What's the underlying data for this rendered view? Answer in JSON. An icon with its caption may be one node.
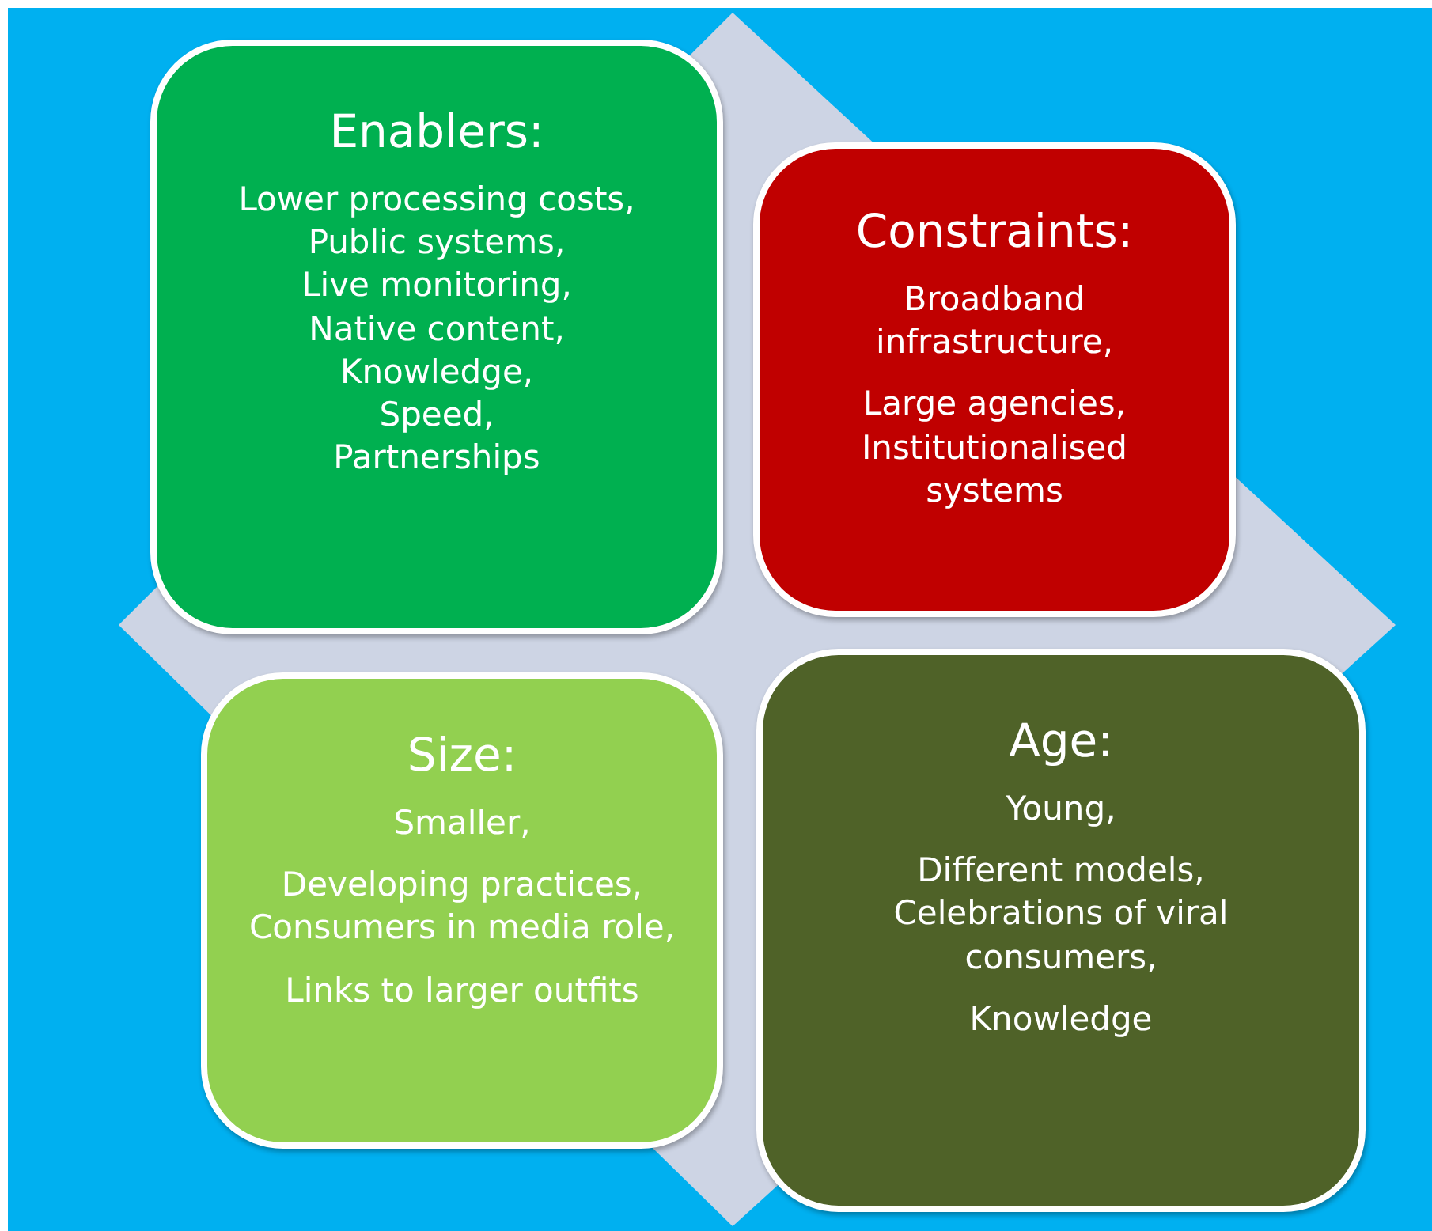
{
  "diagram": {
    "nodes": [
      {
        "text": [
          "Enablers:",
          "Lower processing costs,",
          "Public systems,",
          "Live monitoring,",
          "Native content,",
          "Knowledge,",
          "Speed,",
          "Partnerships"
        ]
      },
      {
        "text": [
          "Constraints:",
          "Broadband infrastructure,",
          "Large agencies, Institutionalised systems"
        ]
      },
      {
        "text": [
          "Size:",
          "Smaller,",
          "Developing practices, Consumers in media role,",
          "Links to larger outfits"
        ]
      },
      {
        "text": [
          "Age:",
          "Young,",
          "Different models, Celebrations of  viral consumers,",
          "Knowledge"
        ]
      }
    ]
  }
}
